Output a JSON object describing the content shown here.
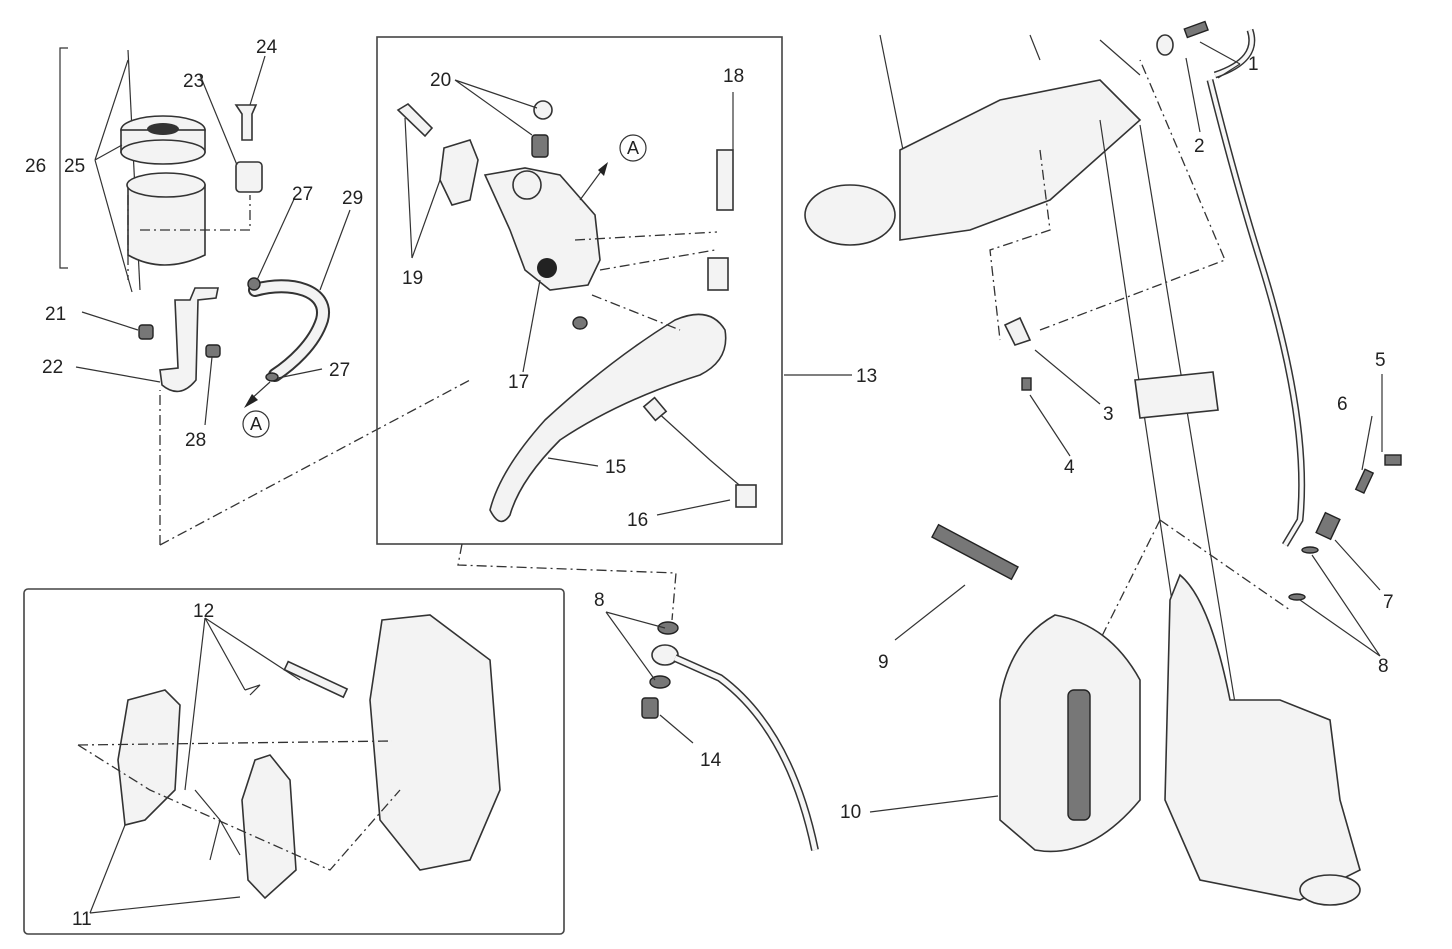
{
  "diagram": {
    "type": "exploded-parts-diagram",
    "subject": "front brake assembly",
    "reference_marker": "A",
    "callouts": [
      {
        "id": "c1",
        "label": "1"
      },
      {
        "id": "c2",
        "label": "2"
      },
      {
        "id": "c3",
        "label": "3"
      },
      {
        "id": "c4",
        "label": "4"
      },
      {
        "id": "c5",
        "label": "5"
      },
      {
        "id": "c6",
        "label": "6"
      },
      {
        "id": "c7",
        "label": "7"
      },
      {
        "id": "c8a",
        "label": "8"
      },
      {
        "id": "c8b",
        "label": "8"
      },
      {
        "id": "c9",
        "label": "9"
      },
      {
        "id": "c10",
        "label": "10"
      },
      {
        "id": "c11",
        "label": "11"
      },
      {
        "id": "c12",
        "label": "12"
      },
      {
        "id": "c13",
        "label": "13"
      },
      {
        "id": "c14",
        "label": "14"
      },
      {
        "id": "c15",
        "label": "15"
      },
      {
        "id": "c16",
        "label": "16"
      },
      {
        "id": "c17",
        "label": "17"
      },
      {
        "id": "c18",
        "label": "18"
      },
      {
        "id": "c19",
        "label": "19"
      },
      {
        "id": "c20",
        "label": "20"
      },
      {
        "id": "c21",
        "label": "21"
      },
      {
        "id": "c22",
        "label": "22"
      },
      {
        "id": "c23",
        "label": "23"
      },
      {
        "id": "c24",
        "label": "24"
      },
      {
        "id": "c25",
        "label": "25"
      },
      {
        "id": "c26",
        "label": "26"
      },
      {
        "id": "c27a",
        "label": "27"
      },
      {
        "id": "c27b",
        "label": "27"
      },
      {
        "id": "c28",
        "label": "28"
      },
      {
        "id": "c29",
        "label": "29"
      }
    ],
    "groups": {
      "reservoir": "reservoir assembly",
      "master_cylinder": "brake master cylinder and lever",
      "pads_inset": "brake pads detail",
      "fork_caliper": "fork leg with caliper"
    }
  }
}
